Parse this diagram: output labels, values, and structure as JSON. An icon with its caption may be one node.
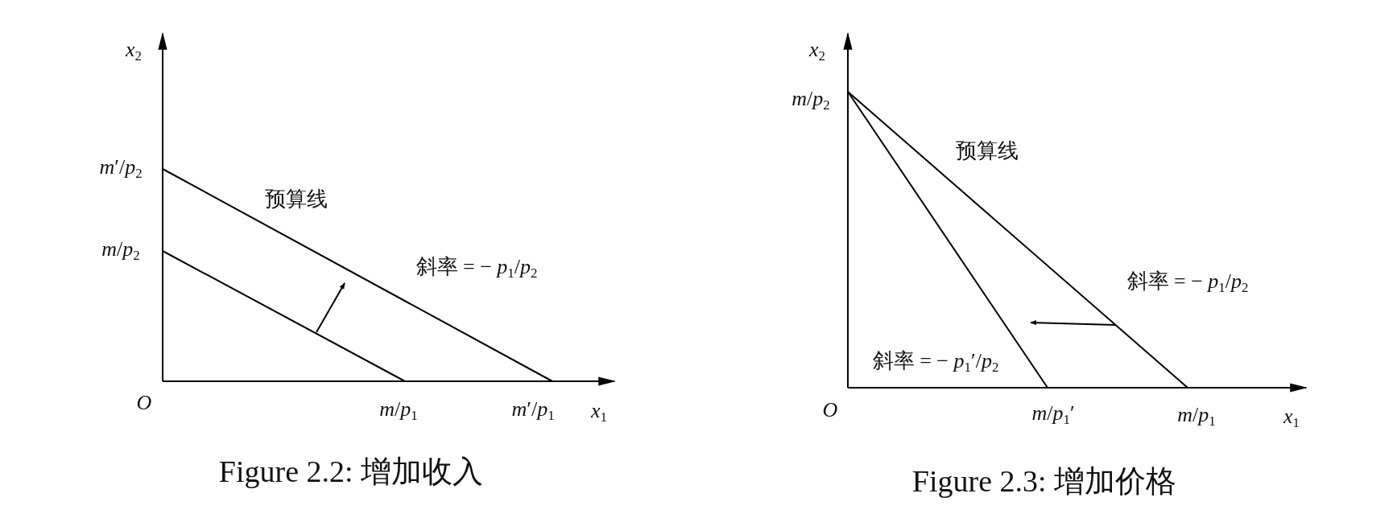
{
  "diagram": {
    "labels": [
      "*x*$_{2}$",
      "*m*′/*p*$_{2}$",
      "预算线",
      "*m*/*p*$_{2}$",
      "斜率 = − *p*$_{1}$/*p*$_{2}$",
      "*O*",
      "*m*/*p*$_{1}$",
      "*m*′/*p*$_{1}$",
      "*x*$_{1}$",
      "Figure 2.2: 增加收入",
      "*x*$_{2}$",
      "*m*/*p*$_{2}$",
      "预算线",
      "斜率 = − *p*$_{1}$/*p*$_{2}$",
      "斜率 = − *p*$_{1}$′/*p*$_{2}$",
      "*O*",
      "*m*/*p*$_{1}$′",
      "*m*/*p*$_{1}$",
      "*x*$_{1}$",
      "Figure 2.3: 增加价格"
    ]
  }
}
